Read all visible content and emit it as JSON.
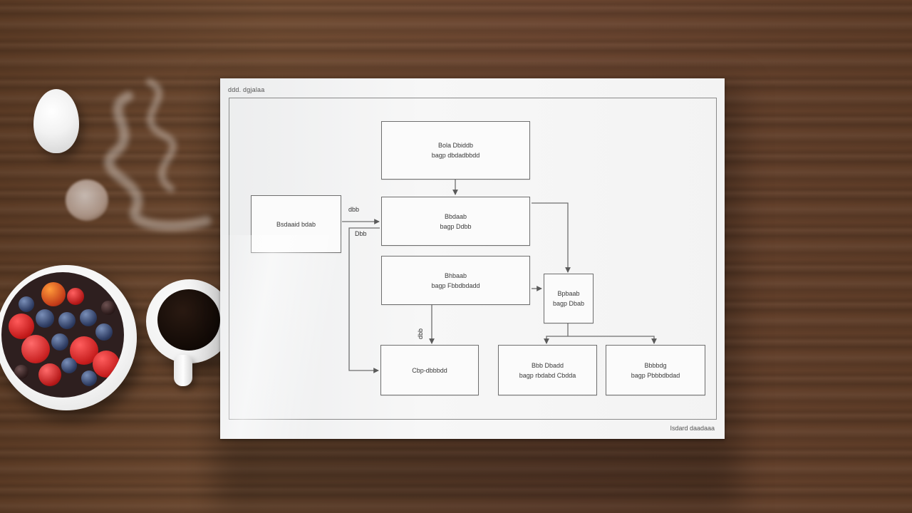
{
  "paper": {
    "header": "ddd. dgjalaa",
    "footer": "Isdard daadaaa"
  },
  "diagram": {
    "nodes": [
      {
        "id": "top",
        "line1": "Bola Dbiddb",
        "line2": "bagp dbdadbbdd"
      },
      {
        "id": "middle",
        "line1": "Bbdaab",
        "line2": "bagp Ddbb"
      },
      {
        "id": "left",
        "line1": "Bsdaaid bdab",
        "line2": ""
      },
      {
        "id": "center",
        "line1": "Bhbaab",
        "line2": "bagp Fbbdbdadd"
      },
      {
        "id": "right",
        "line1": "Bpbaab",
        "line2": "bagp Dbab"
      },
      {
        "id": "bottom-left",
        "line1": "Cbp-dbbbdd",
        "line2": ""
      },
      {
        "id": "bottom-mid",
        "line1": "Bbb Dbadd",
        "line2": "bagp rbdabd Cbdda"
      },
      {
        "id": "bottom-right",
        "line1": "Bbbbdg",
        "line2": "bagp Pbbbdbdad"
      }
    ],
    "edge_labels": {
      "left_top": "dbb",
      "left_bottom": "Dbb",
      "vertical": "dbb"
    }
  },
  "colors": {
    "wood": "#6a4530",
    "paper": "#f4f4f4",
    "line": "#6f6f6f"
  }
}
